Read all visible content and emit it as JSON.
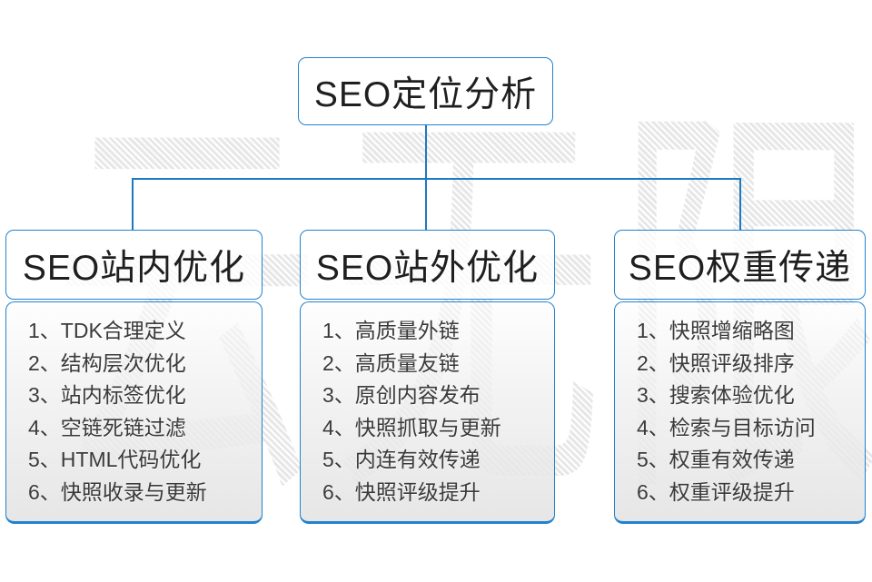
{
  "diagram": {
    "root_title": "SEO定位分析",
    "watermark_text": "云无限",
    "columns": [
      {
        "title": "SEO站内优化",
        "items": [
          "1、TDK合理定义",
          "2、结构层次优化",
          "3、站内标签优化",
          "4、空链死链过滤",
          "5、HTML代码优化",
          "6、快照收录与更新"
        ]
      },
      {
        "title": "SEO站外优化",
        "items": [
          "1、高质量外链",
          "2、高质量友链",
          "3、原创内容发布",
          "4、快照抓取与更新",
          "5、内连有效传递",
          "6、快照评级提升"
        ]
      },
      {
        "title": "SEO权重传递",
        "items": [
          "1、快照增缩略图",
          "2、快照评级排序",
          "3、搜索体验优化",
          "4、检索与目标访问",
          "5、权重有效传递",
          "6、权重评级提升"
        ]
      }
    ],
    "colors": {
      "line_blue": "#1b7ac1",
      "border_blue": "#2282cd",
      "text_dark": "#1f1f1f",
      "list_text": "#3a3a3a",
      "watermark_gray": "#e7e7e7"
    }
  }
}
